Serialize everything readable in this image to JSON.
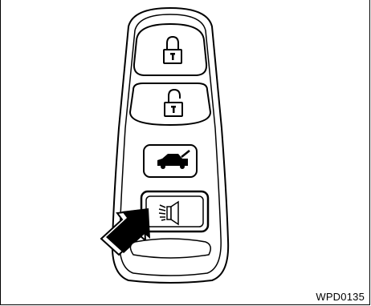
{
  "figure": {
    "code": "WPD0135"
  },
  "remote": {
    "buttons": [
      {
        "name": "lock-button",
        "icon": "padlock-closed-icon"
      },
      {
        "name": "unlock-button",
        "icon": "padlock-open-icon"
      },
      {
        "name": "trunk-button",
        "icon": "car-trunk-icon"
      },
      {
        "name": "panic-button",
        "icon": "horn-icon",
        "highlighted": true
      }
    ],
    "pointer": "arrow-icon"
  },
  "colors": {
    "line": "#000000",
    "background": "#ffffff"
  }
}
